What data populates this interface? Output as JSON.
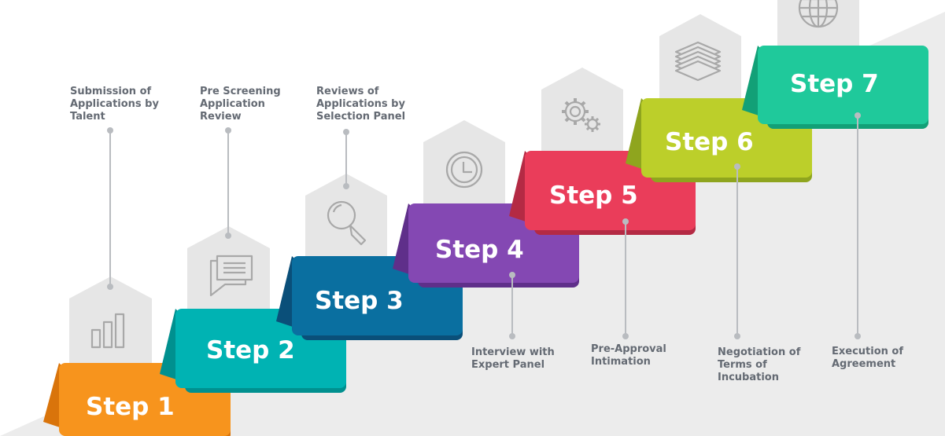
{
  "steps": [
    {
      "label": "Step 1",
      "description": "Submission of\nApplications by\n Talent",
      "icon": "bar-chart-icon",
      "color": "#f7941d",
      "shade": "#d9740b"
    },
    {
      "label": "Step 2",
      "description": "Pre Screening\nApplication\nReview",
      "icon": "chat-icon",
      "color": "#00b3b3",
      "shade": "#00908f"
    },
    {
      "label": "Step 3",
      "description": "Reviews of\nApplications by\nSelection Panel",
      "icon": "magnifier-icon",
      "color": "#0a6fa0",
      "shade": "#0a4f79"
    },
    {
      "label": "Step 4",
      "description": "Interview with\nExpert Panel",
      "icon": "clock-icon",
      "color": "#8448b3",
      "shade": "#5f2f8a"
    },
    {
      "label": "Step 5",
      "description": "Pre-Approval\nIntimation",
      "icon": "gears-icon",
      "color": "#ea3d5a",
      "shade": "#b42a44"
    },
    {
      "label": "Step 6",
      "description": "Negotiation of\nTerms of\nIncubation",
      "icon": "layers-icon",
      "color": "#bccf2a",
      "shade": "#8fa51e"
    },
    {
      "label": "Step 7",
      "description": "Execution of\nAgreement",
      "icon": "globe-icon",
      "color": "#1fc99b",
      "shade": "#12a077"
    }
  ],
  "colors": {
    "background_band": "#ececec",
    "icon_box": "#e6e6e6",
    "icon_stroke": "#a8a8a8",
    "leader": "#b9bcc0",
    "label": "#646a73"
  }
}
